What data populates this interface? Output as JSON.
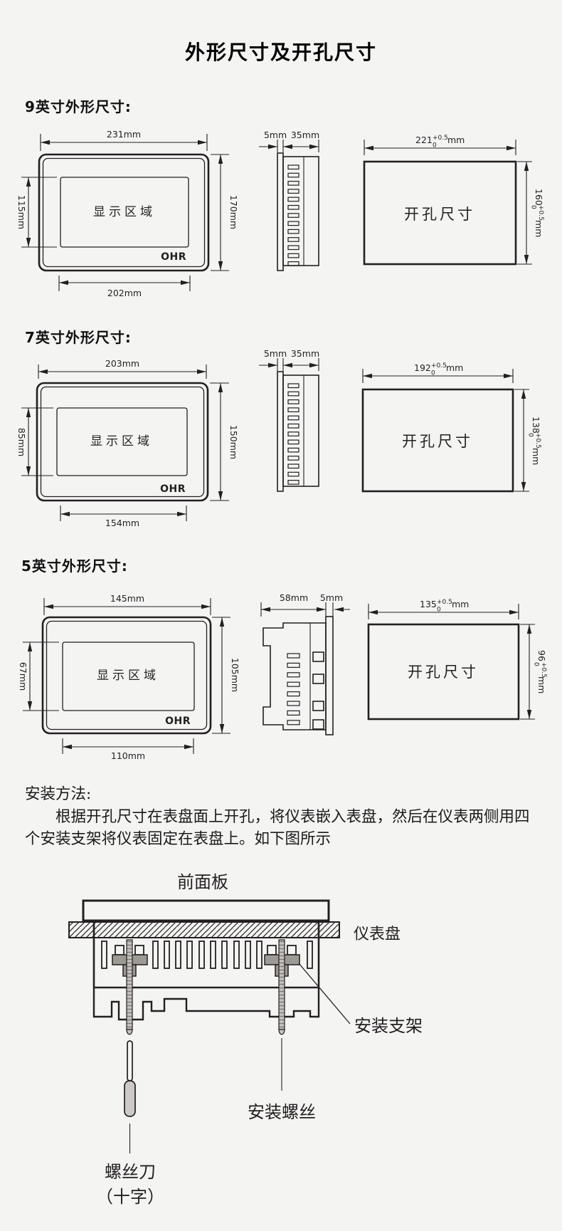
{
  "title": "外形尺寸及开孔尺寸",
  "shared": {
    "display_area": "显示区域",
    "cutout": "开孔尺寸",
    "logo": "OHR"
  },
  "sections": [
    {
      "heading": "9英寸外形尺寸:",
      "front": {
        "width": "231mm",
        "disp_h": "115mm",
        "height": "170mm",
        "disp_w": "202mm"
      },
      "side": {
        "front_t": "5mm",
        "depth": "35mm"
      },
      "cut": {
        "w": "221",
        "w_sup": "+0.5",
        "w_sub": "0",
        "w_mm": "mm",
        "h": "160",
        "h_sup": "+0.5",
        "h_sub": "0",
        "h_mm": "mm"
      }
    },
    {
      "heading": "7英寸外形尺寸:",
      "front": {
        "width": "203mm",
        "disp_h": "85mm",
        "height": "150mm",
        "disp_w": "154mm"
      },
      "side": {
        "front_t": "5mm",
        "depth": "35mm"
      },
      "cut": {
        "w": "192",
        "w_sup": "+0.5",
        "w_sub": "0",
        "w_mm": "mm",
        "h": "138",
        "h_sup": "+0.5",
        "h_sub": "0",
        "h_mm": "mm"
      }
    },
    {
      "heading": "5英寸外形尺寸:",
      "front": {
        "width": "145mm",
        "disp_h": "67mm",
        "height": "105mm",
        "disp_w": "110mm"
      },
      "side": {
        "depth": "58mm",
        "front_t": "5mm"
      },
      "cut": {
        "w": "135",
        "w_sup": "+0.5",
        "w_sub": "0",
        "w_mm": "mm",
        "h": "96",
        "h_sup": "+0.5",
        "h_sub": "0",
        "h_mm": "mm"
      }
    }
  ],
  "install": {
    "heading": "安装方法:",
    "paragraph": "根据开孔尺寸在表盘面上开孔，将仪表嵌入表盘，然后在仪表两侧用四个安装支架将仪表固定在表盘上。如下图所示",
    "labels": {
      "front_panel": "前面板",
      "panel": "仪表盘",
      "bracket": "安装支架",
      "screw": "安装螺丝",
      "driver_l1": "螺丝刀",
      "driver_l2": "（十字）"
    }
  }
}
